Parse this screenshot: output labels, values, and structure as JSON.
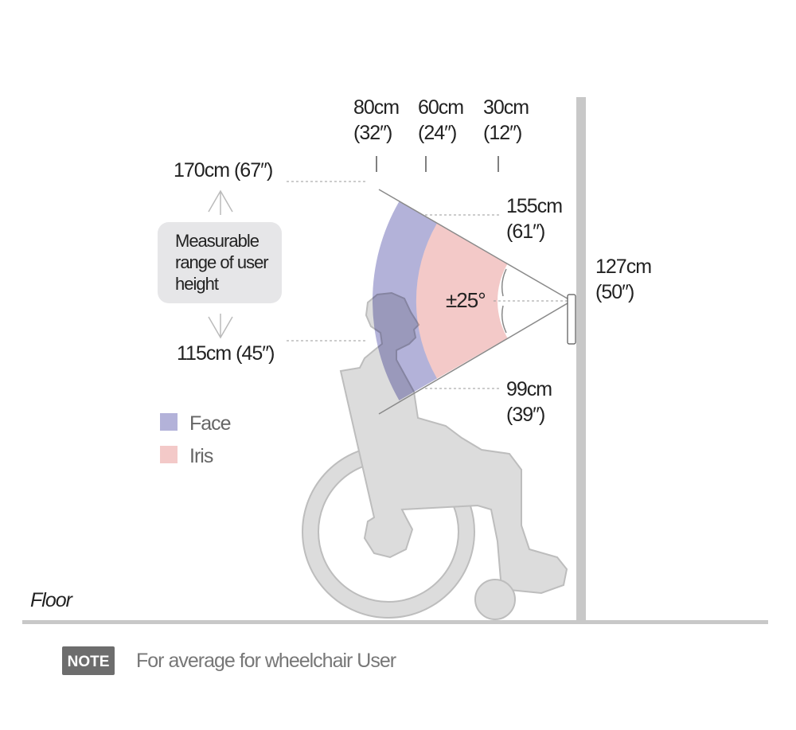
{
  "distances": [
    {
      "cm": "80cm",
      "in": "(32″)"
    },
    {
      "cm": "60cm",
      "in": "(24″)"
    },
    {
      "cm": "30cm",
      "in": "(12″)"
    }
  ],
  "heights": {
    "max": "170cm (67″)",
    "min": "115cm (45″)",
    "upper_cm": "155cm",
    "upper_in": "(61″)",
    "lower_cm": "99cm",
    "lower_in": "(39″)",
    "device_cm": "127cm",
    "device_in": "(50″)"
  },
  "range_box": {
    "line1": "Measurable",
    "line2": "range of user",
    "line3": "height"
  },
  "angle": "±25°",
  "legend": [
    {
      "label": "Face",
      "color": "#b3b2d9"
    },
    {
      "label": "Iris",
      "color": "#f3c9c8"
    }
  ],
  "floor_label": "Floor",
  "note": {
    "badge": "NOTE",
    "text": "For average for wheelchair User"
  }
}
